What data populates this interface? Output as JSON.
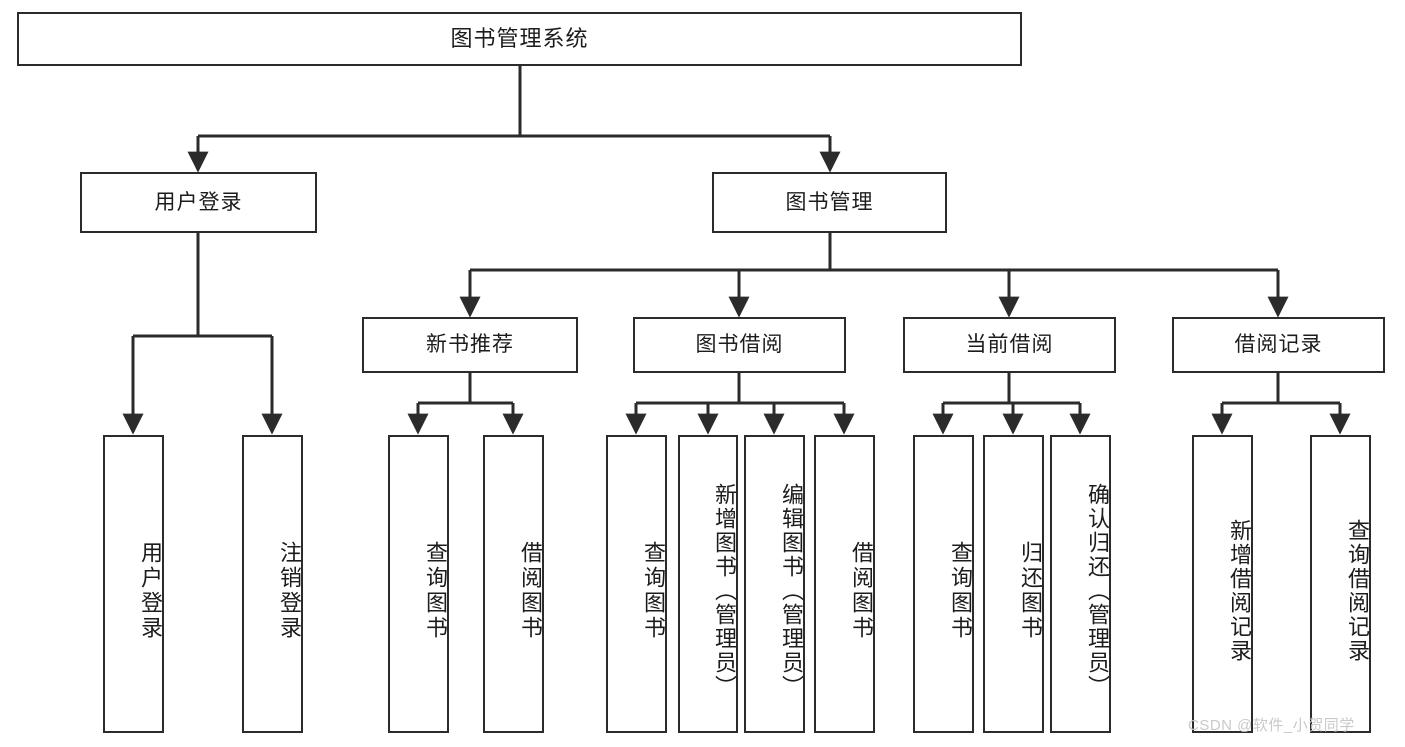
{
  "diagram": {
    "title": "图书管理系统",
    "type": "tree-hierarchy-chart",
    "root": {
      "id": "root",
      "label": "图书管理系统"
    },
    "level1": [
      {
        "id": "user-login",
        "label": "用户登录"
      },
      {
        "id": "book-manage",
        "label": "图书管理"
      }
    ],
    "level2": [
      {
        "id": "new-book-recommend",
        "label": "新书推荐",
        "parent": "book-manage"
      },
      {
        "id": "book-borrow",
        "label": "图书借阅",
        "parent": "book-manage"
      },
      {
        "id": "current-borrow",
        "label": "当前借阅",
        "parent": "book-manage"
      },
      {
        "id": "borrow-record",
        "label": "借阅记录",
        "parent": "book-manage"
      }
    ],
    "leaves": {
      "user_login": [
        {
          "id": "leaf-user-login",
          "label": "用户登录"
        },
        {
          "id": "leaf-logout-login",
          "label": "注销登录"
        }
      ],
      "new_book_recommend": [
        {
          "id": "leaf-query-book-1",
          "label": "查询图书"
        },
        {
          "id": "leaf-borrow-book-1",
          "label": "借阅图书"
        }
      ],
      "book_borrow": [
        {
          "id": "leaf-query-book-2",
          "label": "查询图书"
        },
        {
          "id": "leaf-add-book",
          "label": "新增图书（管理员）"
        },
        {
          "id": "leaf-edit-book",
          "label": "编辑图书（管理员）"
        },
        {
          "id": "leaf-borrow-book-2",
          "label": "借阅图书"
        }
      ],
      "current_borrow": [
        {
          "id": "leaf-query-book-3",
          "label": "查询图书"
        },
        {
          "id": "leaf-return-book",
          "label": "归还图书"
        },
        {
          "id": "leaf-confirm-return",
          "label": "确认归还（管理员）"
        }
      ],
      "borrow_record": [
        {
          "id": "leaf-add-record",
          "label": "新增借阅记录"
        },
        {
          "id": "leaf-query-record",
          "label": "查询借阅记录"
        }
      ]
    }
  },
  "watermark": {
    "text": "CSDN @软件_小贺同学"
  },
  "colors": {
    "border": "#2b2b2b",
    "background": "#ffffff",
    "text": "#1c1c1c",
    "edge": "#2b2b2b",
    "watermark": "#c9c9c9"
  }
}
